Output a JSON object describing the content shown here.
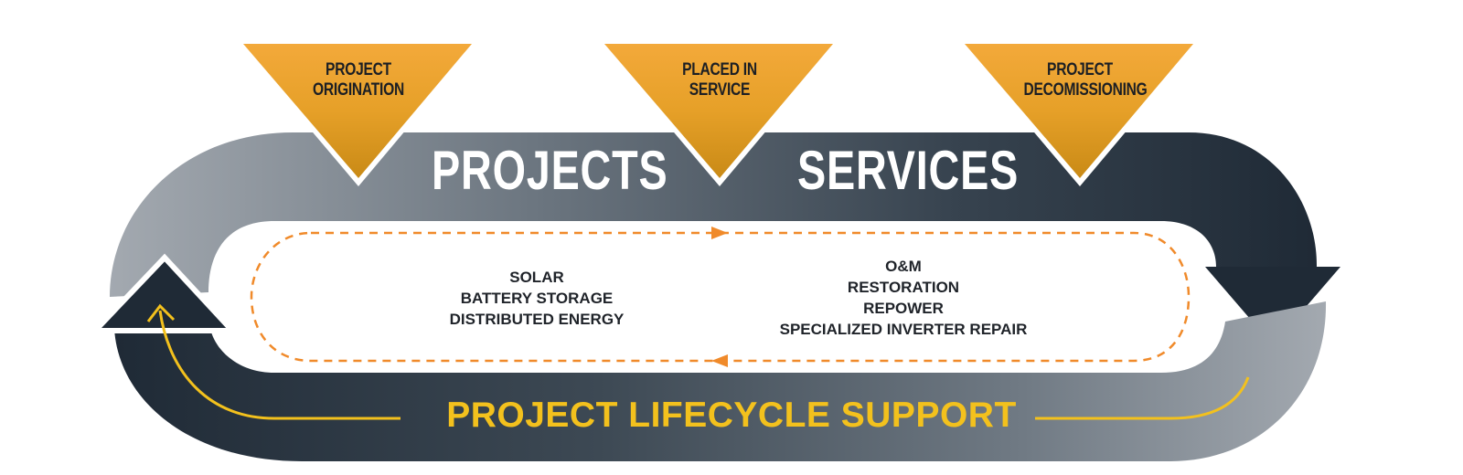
{
  "stages": [
    {
      "label": "PROJECT ORIGINATION"
    },
    {
      "label": "PLACED IN SERVICE"
    },
    {
      "label": "PROJECT DECOMISSIONING"
    }
  ],
  "headings": {
    "left": "PROJECTS",
    "right": "SERVICES"
  },
  "projects_list": [
    "SOLAR",
    "BATTERY STORAGE",
    "DISTRIBUTED ENERGY"
  ],
  "services_list": [
    "O&M",
    "RESTORATION",
    "REPOWER",
    "SPECIALIZED INVERTER REPAIR"
  ],
  "footer": {
    "title": "PROJECT LIFECYCLE SUPPORT"
  },
  "colors": {
    "band_dark": "#23303d",
    "band_light": "#8e959d",
    "accent_orange": "#f08a2a",
    "accent_yellow": "#f3c11d",
    "triangle_gold": "#e9a227"
  }
}
